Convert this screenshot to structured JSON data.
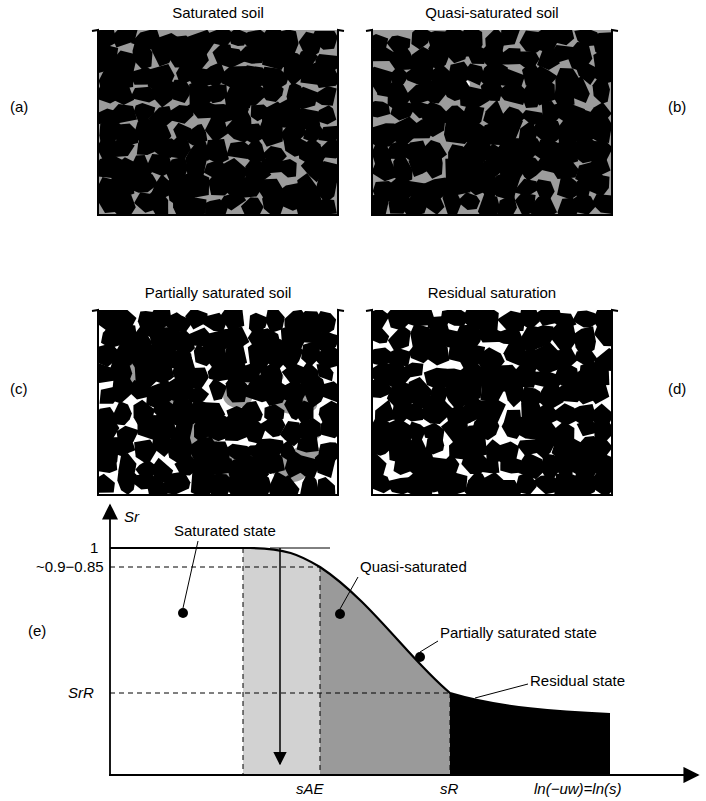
{
  "diagram": {
    "nodes": [
      {
        "text": [
          "Saturated soil"
        ]
      },
      {
        "text": [
          "Quasi-saturated soil"
        ]
      },
      {
        "text": [
          "Partially saturated soil"
        ]
      },
      {
        "text": [
          "Residual saturation"
        ]
      }
    ],
    "labels": [
      "(a)",
      "(b)",
      "(c)",
      "(d)",
      "(e)",
      "Sr",
      "1",
      "~0.9−0.85",
      "SrR",
      "sAE",
      "sR",
      "ln(−uw)=ln(s)",
      "Saturated state",
      "Quasi-saturated",
      "Partially saturated state",
      "Residual state"
    ]
  }
}
